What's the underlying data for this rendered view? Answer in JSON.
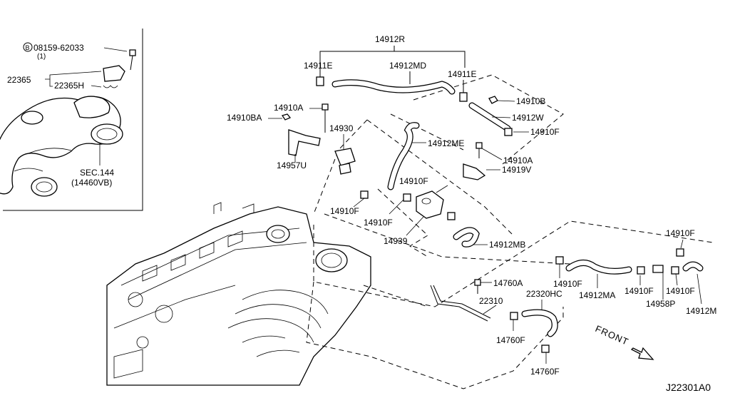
{
  "diagram_id": "J22301A0",
  "front_label": "FRONT",
  "callouts": {
    "c_08159": "08159-62033",
    "c_08159_qty": "(1)",
    "c_22365": "22365",
    "c_22365H": "22365H",
    "c_sec144": "SEC.144",
    "c_14460vb": "(14460VB)",
    "c_14912R": "14912R",
    "c_14911E_a": "14911E",
    "c_14912MD": "14912MD",
    "c_14911E_b": "14911E",
    "c_14910B": "14910B",
    "c_14912W": "14912W",
    "c_14910F_1": "14910F",
    "c_14910A_1": "14910A",
    "c_14910BA": "14910BA",
    "c_14930": "14930",
    "c_14912ME": "14912ME",
    "c_14957U": "14957U",
    "c_14910A_2": "14910A",
    "c_14919V": "14919V",
    "c_14910F_2": "14910F",
    "c_14910F_3": "14910F",
    "c_14910F_4": "14910F",
    "c_14939": "14939",
    "c_14912MB": "14912MB",
    "c_14910F_5": "14910F",
    "c_14760A": "14760A",
    "c_14910F_6": "14910F",
    "c_22310": "22310",
    "c_22320HC": "22320HC",
    "c_14912MA": "14912MA",
    "c_14910F_7": "14910F",
    "c_14910F_8": "14910F",
    "c_14958P": "14958P",
    "c_14912M": "14912M",
    "c_14760F_1": "14760F",
    "c_14760F_2": "14760F",
    "bolt_symbol": "B"
  }
}
